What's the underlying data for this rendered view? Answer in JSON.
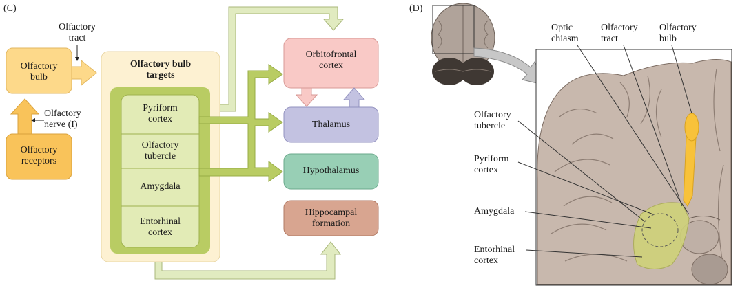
{
  "panel_c": {
    "label": "(C)",
    "olfactory_tract_label": "Olfactory\ntract",
    "olfactory_nerve_label": "Olfactory\nnerve (I)",
    "olfactory_bulb": "Olfactory\nbulb",
    "olfactory_receptors": "Olfactory\nreceptors",
    "targets_title": "Olfactory bulb\ntargets",
    "targets": [
      "Pyriform\ncortex",
      "Olfactory\ntubercle",
      "Amygdala",
      "Entorhinal\ncortex"
    ],
    "destinations": {
      "orbitofrontal": "Orbitofrontal\ncortex",
      "thalamus": "Thalamus",
      "hypothalamus": "Hypothalamus",
      "hippocampal": "Hippocampal\nformation"
    },
    "colors": {
      "bulb": "#fdd98a",
      "receptors": "#f9c35a",
      "targets_bg": "#fdf1d2",
      "targets_outer": "#b9cc63",
      "targets_inner": "#e2ebb6",
      "orbitofrontal": "#f9c9c6",
      "thalamus": "#c3c2e1",
      "hypothalamus": "#98cfb5",
      "hippocampal": "#d8a590",
      "arrow_green": "#b9cc63",
      "arrow_light": "#e1ebc0"
    }
  },
  "panel_d": {
    "label": "(D)",
    "callouts": {
      "optic_chiasm": "Optic\nchiasm",
      "olfactory_tract": "Olfactory\ntract",
      "olfactory_bulb": "Olfactory\nbulb",
      "olfactory_tubercle": "Olfactory\ntubercle",
      "pyriform_cortex": "Pyriform\ncortex",
      "amygdala": "Amygdala",
      "entorhinal_cortex": "Entorhinal\ncortex"
    },
    "colors": {
      "brain": "#c8b8ad",
      "bulb_yellow": "#f8c23a",
      "region_green": "#cfd27a"
    }
  }
}
